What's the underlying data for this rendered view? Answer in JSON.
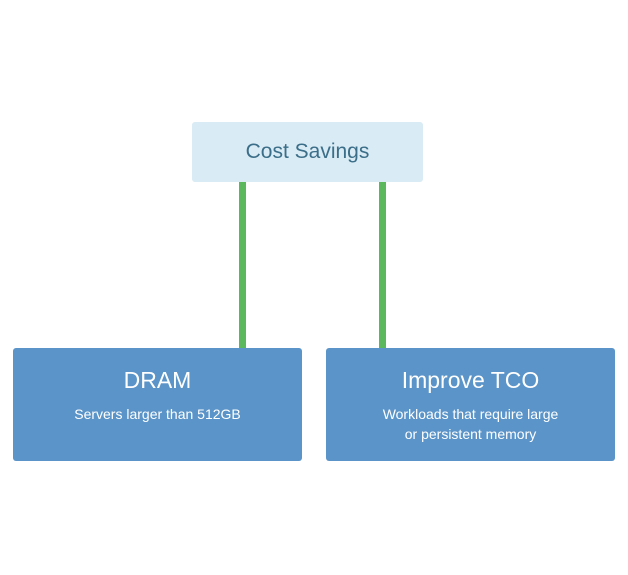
{
  "root": {
    "label": "Cost Savings"
  },
  "children": [
    {
      "title": "DRAM",
      "description": "Servers  larger than 512GB"
    },
    {
      "title": "Improve TCO",
      "description": "Workloads that require large\nor persistent memory"
    }
  ],
  "colors": {
    "root_bg": "#d9ebf5",
    "root_text": "#3b6e88",
    "child_bg": "#5b94c8",
    "connector": "#5cb85c"
  }
}
